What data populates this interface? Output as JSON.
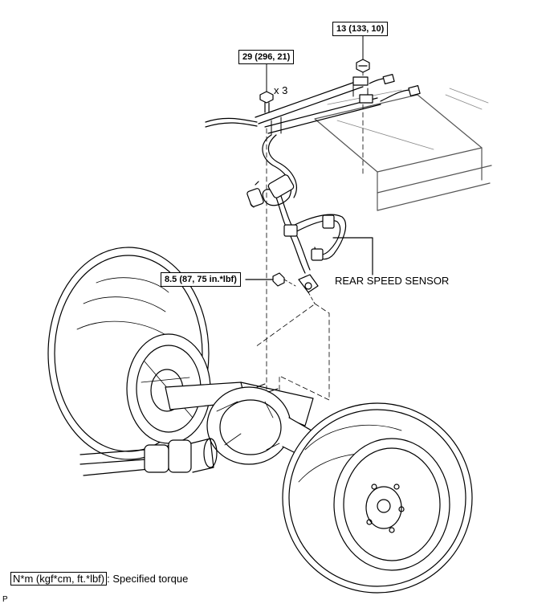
{
  "torque_labels": {
    "bracket_bolt": "29 (296, 21)",
    "nut": "13 (133, 10)",
    "sensor_bolt": "8.5 (87, 75 in.*lbf)"
  },
  "quantity_label": "x 3",
  "component_label": "REAR SPEED SENSOR",
  "legend": {
    "unit": "N*m (kgf*cm, ft.*lbf)",
    "description": ": Specified torque"
  },
  "page_marker": "P"
}
